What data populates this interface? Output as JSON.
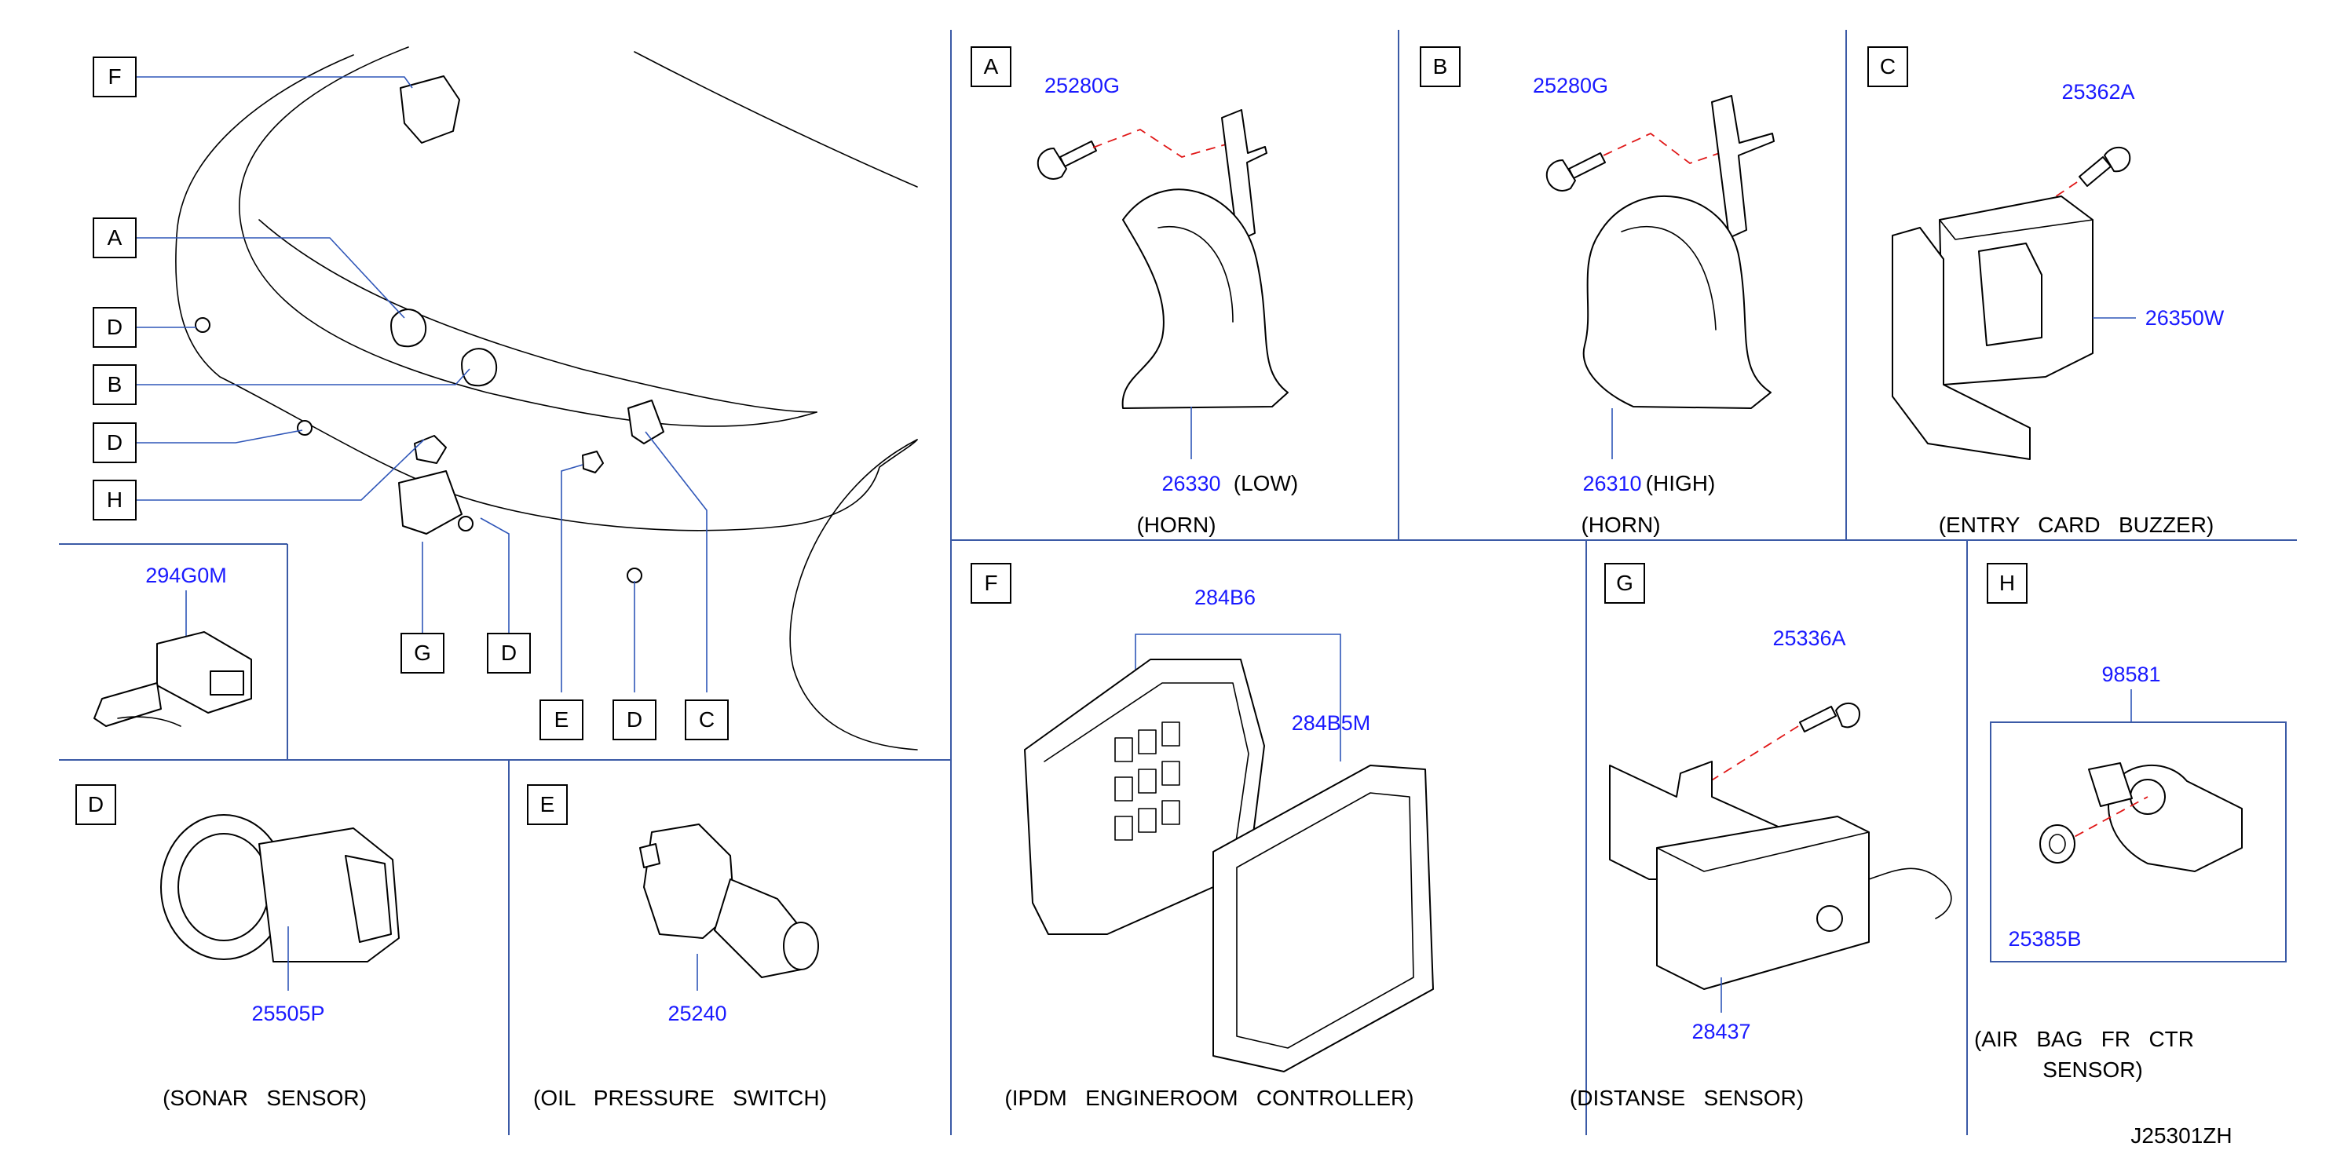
{
  "diagram_id": "J25301ZH",
  "overview": {
    "callouts": [
      "F",
      "A",
      "D",
      "B",
      "D",
      "H",
      "G",
      "D",
      "E",
      "D",
      "C"
    ]
  },
  "panels": {
    "A": {
      "letter": "A",
      "part_bolt": "25280G",
      "part_main": "26330",
      "variant": "(LOW)",
      "caption": "(HORN)"
    },
    "B": {
      "letter": "B",
      "part_bolt": "25280G",
      "part_main": "26310",
      "variant": "(HIGH)",
      "caption": "(HORN)"
    },
    "C": {
      "letter": "C",
      "part_bolt": "25362A",
      "part_main": "26350W",
      "caption": "(ENTRY   CARD   BUZZER)"
    },
    "conn": {
      "part": "294G0M"
    },
    "D": {
      "letter": "D",
      "part": "25505P",
      "caption": "(SONAR   SENSOR)"
    },
    "E": {
      "letter": "E",
      "part": "25240",
      "caption": "(OIL   PRESSURE   SWITCH)"
    },
    "F": {
      "letter": "F",
      "part_a": "284B6",
      "part_b": "284B5M",
      "caption": "(IPDM   ENGINEROOM   CONTROLLER)"
    },
    "G": {
      "letter": "G",
      "part_bolt": "25336A",
      "part_main": "28437",
      "caption": "(DISTANSE   SENSOR)"
    },
    "H": {
      "letter": "H",
      "part_main": "98581",
      "part_nut": "25385B",
      "caption_1": "(AIR   BAG   FR   CTR",
      "caption_2": "SENSOR)"
    }
  }
}
